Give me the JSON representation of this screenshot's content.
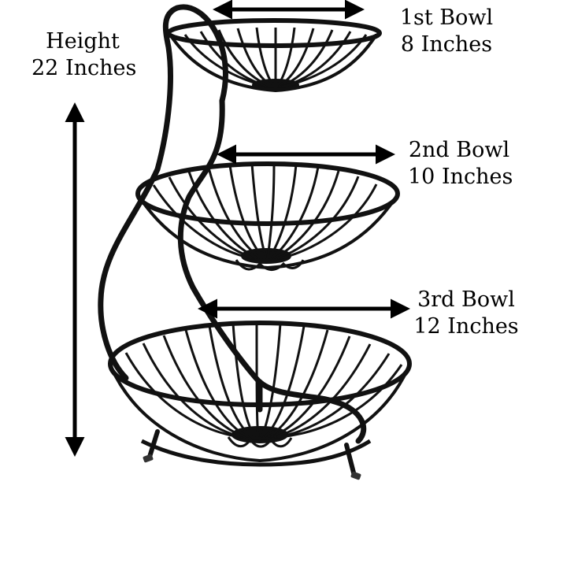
{
  "height_label": {
    "title": "Height",
    "value": "22 Inches"
  },
  "bowls": [
    {
      "title": "1st Bowl",
      "size": "8 Inches"
    },
    {
      "title": "2nd Bowl",
      "size": "10 Inches"
    },
    {
      "title": "3rd Bowl",
      "size": "12 Inches"
    }
  ],
  "colors": {
    "ink": "#000000",
    "background": "#ffffff"
  }
}
